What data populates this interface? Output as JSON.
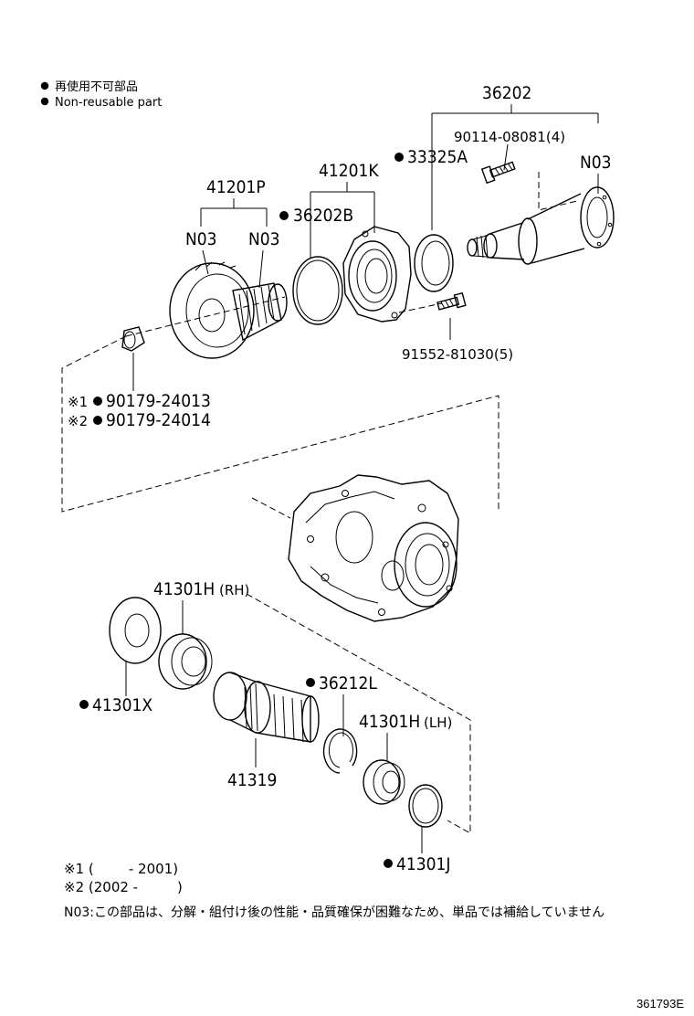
{
  "legend": {
    "jp": "再使用不可部品",
    "en": "Non-reusable part"
  },
  "labels": {
    "p36202": "36202",
    "p90114": "90114-08081(4)",
    "p33325A": "33325A",
    "n03_a": "N03",
    "p41201K": "41201K",
    "p41201P": "41201P",
    "p36202B": "36202B",
    "n03_b": "N03",
    "n03_c": "N03",
    "p91552": "91552-81030(5)",
    "p90179_1": "90179-24013",
    "p90179_2": "90179-24014",
    "mark1": "※1",
    "mark2": "※2",
    "p41301H_RH": "41301H",
    "rh": "(RH)",
    "p41301X": "41301X",
    "p36212L": "36212L",
    "p41301H_LH": "41301H",
    "lh": "(LH)",
    "p41319": "41319",
    "p41301J": "41301J"
  },
  "footnotes": {
    "f1": "※1 (        - 2001)",
    "f2": "※2 (2002 -         )",
    "n03": "N03:この部品は、分解・組付け後の性能・品質確保が困難なため、単品では補給していません"
  },
  "diagram_code": "361793E"
}
